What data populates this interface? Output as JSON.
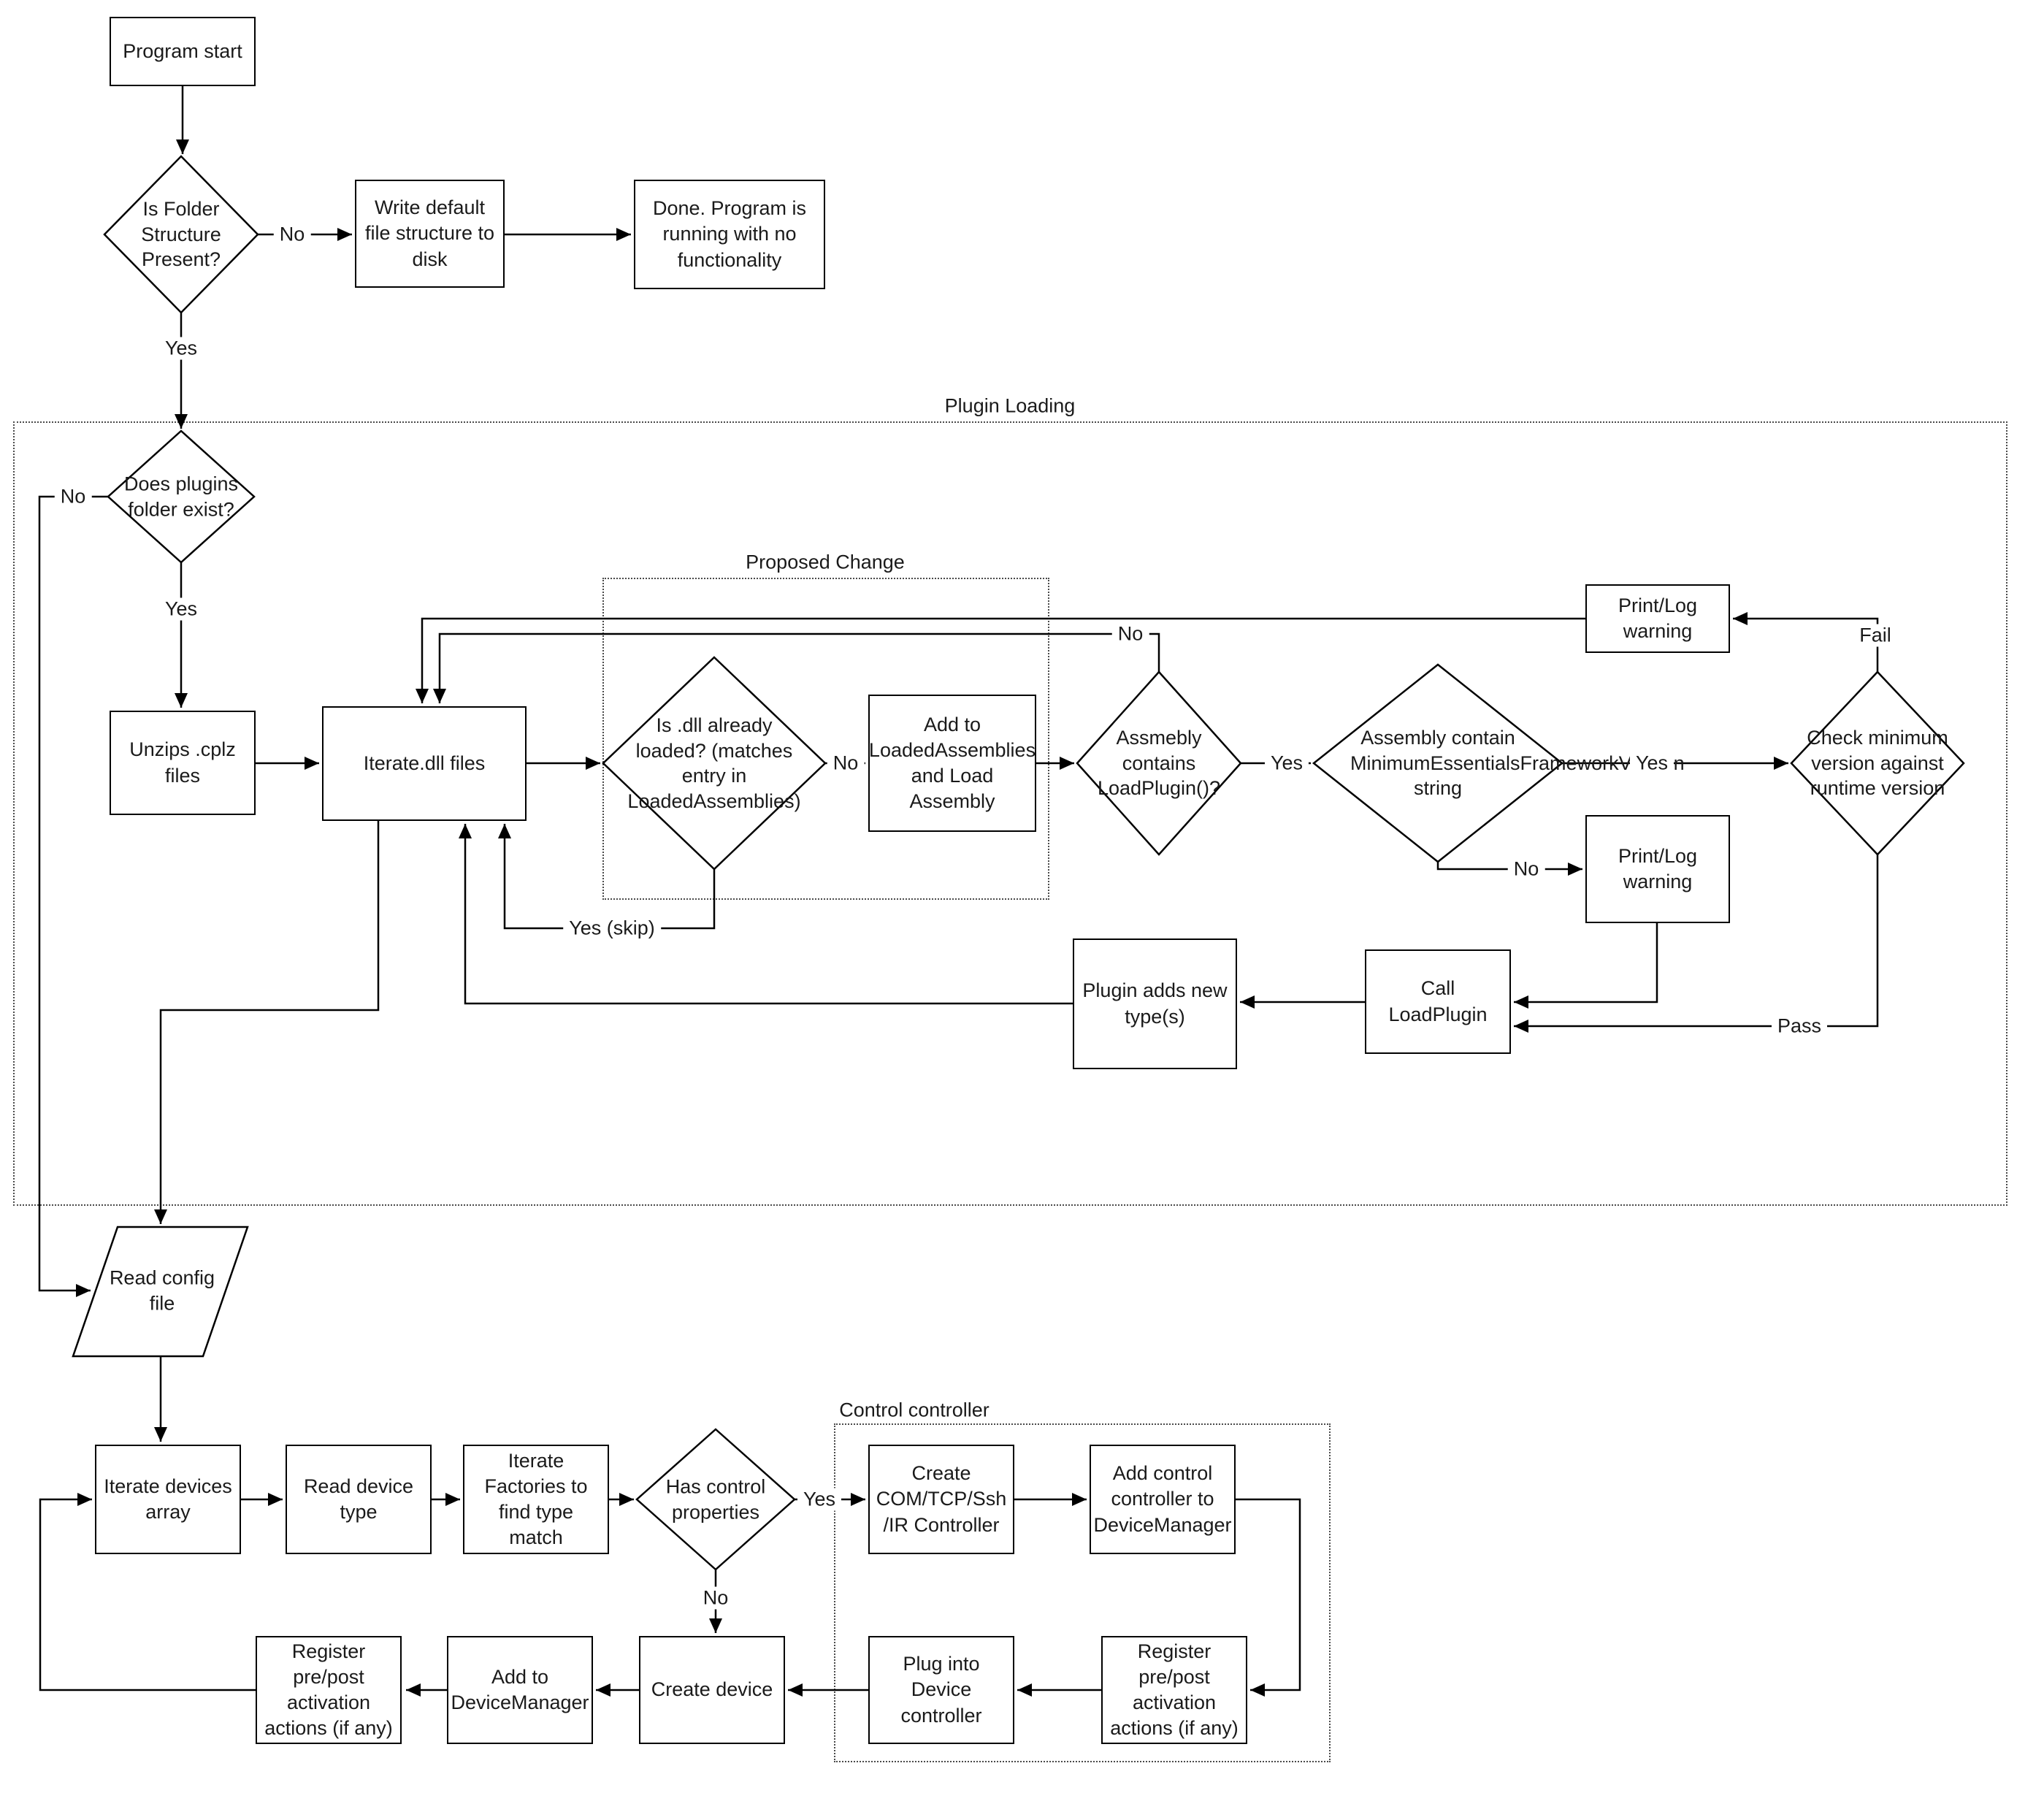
{
  "diagram": {
    "containers": {
      "plugin_loading": "Plugin Loading",
      "proposed_change": "Proposed Change",
      "control_controller": "Control controller"
    },
    "nodes": {
      "program_start": "Program start",
      "is_folder_structure": "Is Folder Structure Present?",
      "write_default": "Write default file structure to disk",
      "done_no_functionality": "Done.  Program is running with no functionality",
      "does_plugins_folder_exist": "Does plugins folder exist?",
      "unzips_cplz": "Unzips .cplz files",
      "iterate_dll": "Iterate.dll files",
      "is_dll_loaded": "Is .dll already loaded? (matches entry in LoadedAssemblies)",
      "add_to_loaded": "Add to LoadedAssemblies and Load Assembly",
      "assembly_contains_loadplugin": "Assmebly contains LoadPlugin()?",
      "assembly_contains_version": "Assembly contain MinimumEssentialsFrameworkVersion string",
      "check_min_version": "Check minimum version against runtime version",
      "print_log_warning_top": "Print/Log warning",
      "print_log_warning_bottom": "Print/Log warning",
      "call_loadplugin": "Call LoadPlugin",
      "plugin_adds_types": "Plugin adds new type(s)",
      "read_config": "Read config file",
      "iterate_devices": "Iterate devices array",
      "read_device_type": "Read device type",
      "iterate_factories": "Iterate Factories to find type match",
      "has_control_properties": "Has control properties",
      "create_com_controller": "Create COM/TCP/Ssh /IR Controller",
      "add_control_controller": "Add control controller to DeviceManager",
      "register_pre_post_right": "Register pre/post activation actions (if any)",
      "plug_into_device": "Plug into Device controller",
      "create_device": "Create device",
      "add_to_devicemanager": "Add to DeviceManager",
      "register_pre_post_left": "Register pre/post activation actions (if any)"
    },
    "edge_labels": {
      "folder_no": "No",
      "folder_yes": "Yes",
      "plugins_no": "No",
      "plugins_yes": "Yes",
      "dll_loaded_no": "No",
      "dll_loaded_yes_skip": "Yes (skip)",
      "loadplugin_no": "No",
      "loadplugin_yes": "Yes",
      "version_string_yes": "Yes",
      "version_string_no": "No",
      "check_fail": "Fail",
      "check_pass": "Pass",
      "control_yes": "Yes",
      "control_no": "No"
    }
  }
}
